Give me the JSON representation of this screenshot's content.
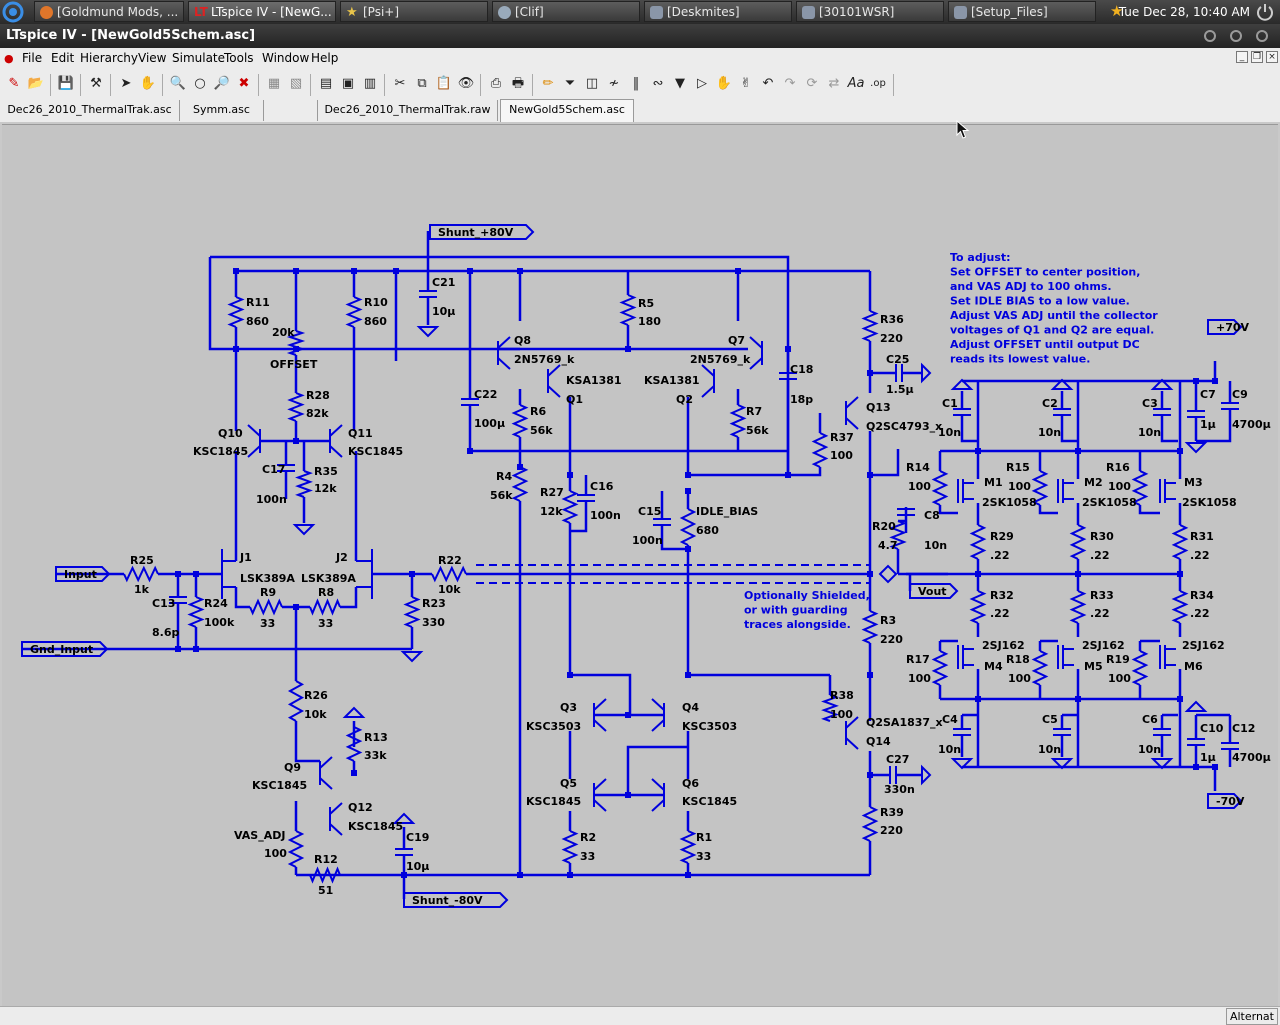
{
  "taskbar": {
    "windows": [
      {
        "title": "[Goldmund Mods, ..."
      },
      {
        "title": "LTspice IV - [NewG..."
      },
      {
        "title": "[Psi+]"
      },
      {
        "title": "[Clif]"
      },
      {
        "title": "[Deskmites]"
      },
      {
        "title": "[30101WSR]"
      },
      {
        "title": "[Setup_Files]"
      }
    ],
    "clock": "Tue Dec 28, 10:40 AM"
  },
  "window": {
    "title": "LTspice IV - [NewGold5Schem.asc]"
  },
  "menu": {
    "items": [
      {
        "label": "File"
      },
      {
        "label": "Edit"
      },
      {
        "label": "Hierarchy"
      },
      {
        "label": "View"
      },
      {
        "label": "Simulate"
      },
      {
        "label": "Tools"
      },
      {
        "label": "Window"
      },
      {
        "label": "Help"
      }
    ]
  },
  "tabs": [
    {
      "label": "Dec26_2010_ThermalTrak.asc"
    },
    {
      "label": "Symm.asc"
    },
    {
      "label": ""
    },
    {
      "label": "Dec26_2010_ThermalTrak.raw"
    },
    {
      "label": "NewGold5Schem.asc"
    }
  ],
  "active_tab_index": 4,
  "status": {
    "mode": "Alternat"
  },
  "colors": {
    "wire": "#0000dd",
    "canvas": "#c4c4c4"
  },
  "schematic": {
    "labels": {
      "rail_pos": "Shunt_+80V",
      "rail_neg": "Shunt_-80V",
      "input": "Input",
      "gnd_input": "Gnd_Input",
      "vout": "Vout",
      "v_pos70": "+70V",
      "v_neg70": "-70V",
      "R11": "R11",
      "v_R11": "860",
      "v_20k": "20k",
      "OFFSET": "OFFSET",
      "R10": "R10",
      "v_R10": "860",
      "C21": "C21",
      "v_C21": "10µ",
      "Q8": "Q8",
      "m_Q8": "2N5769_k",
      "R5": "R5",
      "v_R5": "180",
      "Q7": "Q7",
      "m_Q7": "2N5769_k",
      "R36": "R36",
      "v_R36": "220",
      "C25": "C25",
      "v_C25": "1.5µ",
      "C18": "C18",
      "v_C18": "18p",
      "R28": "R28",
      "v_R28": "82k",
      "m_Q1": "KSA1381",
      "Q1": "Q1",
      "m_Q2": "KSA1381",
      "Q2": "Q2",
      "C22": "C22",
      "v_C22": "100µ",
      "R6": "R6",
      "v_R6": "56k",
      "R7": "R7",
      "v_R7": "56k",
      "Q13": "Q13",
      "m_Q13": "Q2SC4793_x",
      "R37": "R37",
      "v_R37": "100",
      "Q10": "Q10",
      "m_Q10": "KSC1845",
      "Q11": "Q11",
      "m_Q11": "KSC1845",
      "C17": "C17",
      "v_C17": "100n",
      "R35": "R35",
      "v_R35": "12k",
      "R4": "R4",
      "v_R4": "56k",
      "R27": "R27",
      "v_R27": "12k",
      "C16": "C16",
      "v_C16": "100n",
      "C15": "C15",
      "v_C15": "100n",
      "IDLE_BIAS": "IDLE_BIAS",
      "v_IDLE": "680",
      "R20": "R20",
      "v_R20": "4.7",
      "C8": "C8",
      "v_C8": "10n",
      "J1": "J1",
      "J2": "J2",
      "m_J1": "LSK389A",
      "m_J2": "LSK389A",
      "R25": "R25",
      "v_R25": "1k",
      "R22": "R22",
      "v_R22": "10k",
      "C13": "C13",
      "v_C13": "8.6p",
      "R24": "R24",
      "v_R24": "100k",
      "R9": "R9",
      "v_R9": "33",
      "R8": "R8",
      "v_R8": "33",
      "R23": "R23",
      "v_R23": "330",
      "R3": "R3",
      "v_R3": "220",
      "R26": "R26",
      "v_R26": "10k",
      "R13": "R13",
      "v_R13": "33k",
      "Q9": "Q9",
      "m_Q9": "KSC1845",
      "Q12": "Q12",
      "m_Q12": "KSC1845",
      "VAS_ADJ": "VAS_ADJ",
      "v_VAS": "100",
      "R12": "R12",
      "v_R12": "51",
      "C19": "C19",
      "v_C19": "10µ",
      "Q3": "Q3",
      "m_Q3": "KSC3503",
      "Q4": "Q4",
      "m_Q4": "KSC3503",
      "Q5": "Q5",
      "m_Q5": "KSC1845",
      "Q6": "Q6",
      "m_Q6": "KSC1845",
      "R2": "R2",
      "v_R2": "33",
      "R1": "R1",
      "v_R1": "33",
      "R38": "R38",
      "v_R38": "100",
      "Q14": "Q14",
      "m_Q14": "Q2SA1837_x",
      "C27": "C27",
      "v_C27": "330n",
      "R39": "R39",
      "v_R39": "220",
      "C1": "C1",
      "v_C1": "10n",
      "C2": "C2",
      "v_C2": "10n",
      "C3": "C3",
      "v_C3": "10n",
      "C7": "C7",
      "v_C7": "1µ",
      "C9": "C9",
      "v_C9": "4700µ",
      "R14": "R14",
      "v_R14": "100",
      "R15": "R15",
      "v_R15": "100",
      "R16": "R16",
      "v_R16": "100",
      "M1": "M1",
      "M2": "M2",
      "M3": "M3",
      "m_M1": "2SK1058",
      "m_M2": "2SK1058",
      "m_M3": "2SK1058",
      "R29": "R29",
      "v_R29": ".22",
      "R30": "R30",
      "v_R30": ".22",
      "R31": "R31",
      "v_R31": ".22",
      "R32": "R32",
      "v_R32": ".22",
      "R33": "R33",
      "v_R33": ".22",
      "R34": "R34",
      "v_R34": ".22",
      "m_M4": "2SJ162",
      "m_M5": "2SJ162",
      "m_M6": "2SJ162",
      "M4": "M4",
      "M5": "M5",
      "M6": "M6",
      "R17": "R17",
      "v_R17": "100",
      "R18": "R18",
      "v_R18": "100",
      "R19": "R19",
      "v_R19": "100",
      "C4": "C4",
      "v_C4": "10n",
      "C5": "C5",
      "v_C5": "10n",
      "C6": "C6",
      "v_C6": "10n",
      "C10": "C10",
      "v_C10": "1µ",
      "C12": "C12",
      "v_C12": "4700µ"
    },
    "adjust_note": [
      "To adjust:",
      "Set OFFSET to center position,",
      "and VAS ADJ to 100 ohms.",
      "Set IDLE BIAS to a low value.",
      "Adjust VAS ADJ until the collector",
      "voltages of Q1 and Q2 are equal.",
      "Adjust OFFSET until output DC",
      "reads its lowest value."
    ],
    "shield_note": [
      "Optionally Shielded,",
      "or with guarding",
      "traces alongside."
    ]
  }
}
